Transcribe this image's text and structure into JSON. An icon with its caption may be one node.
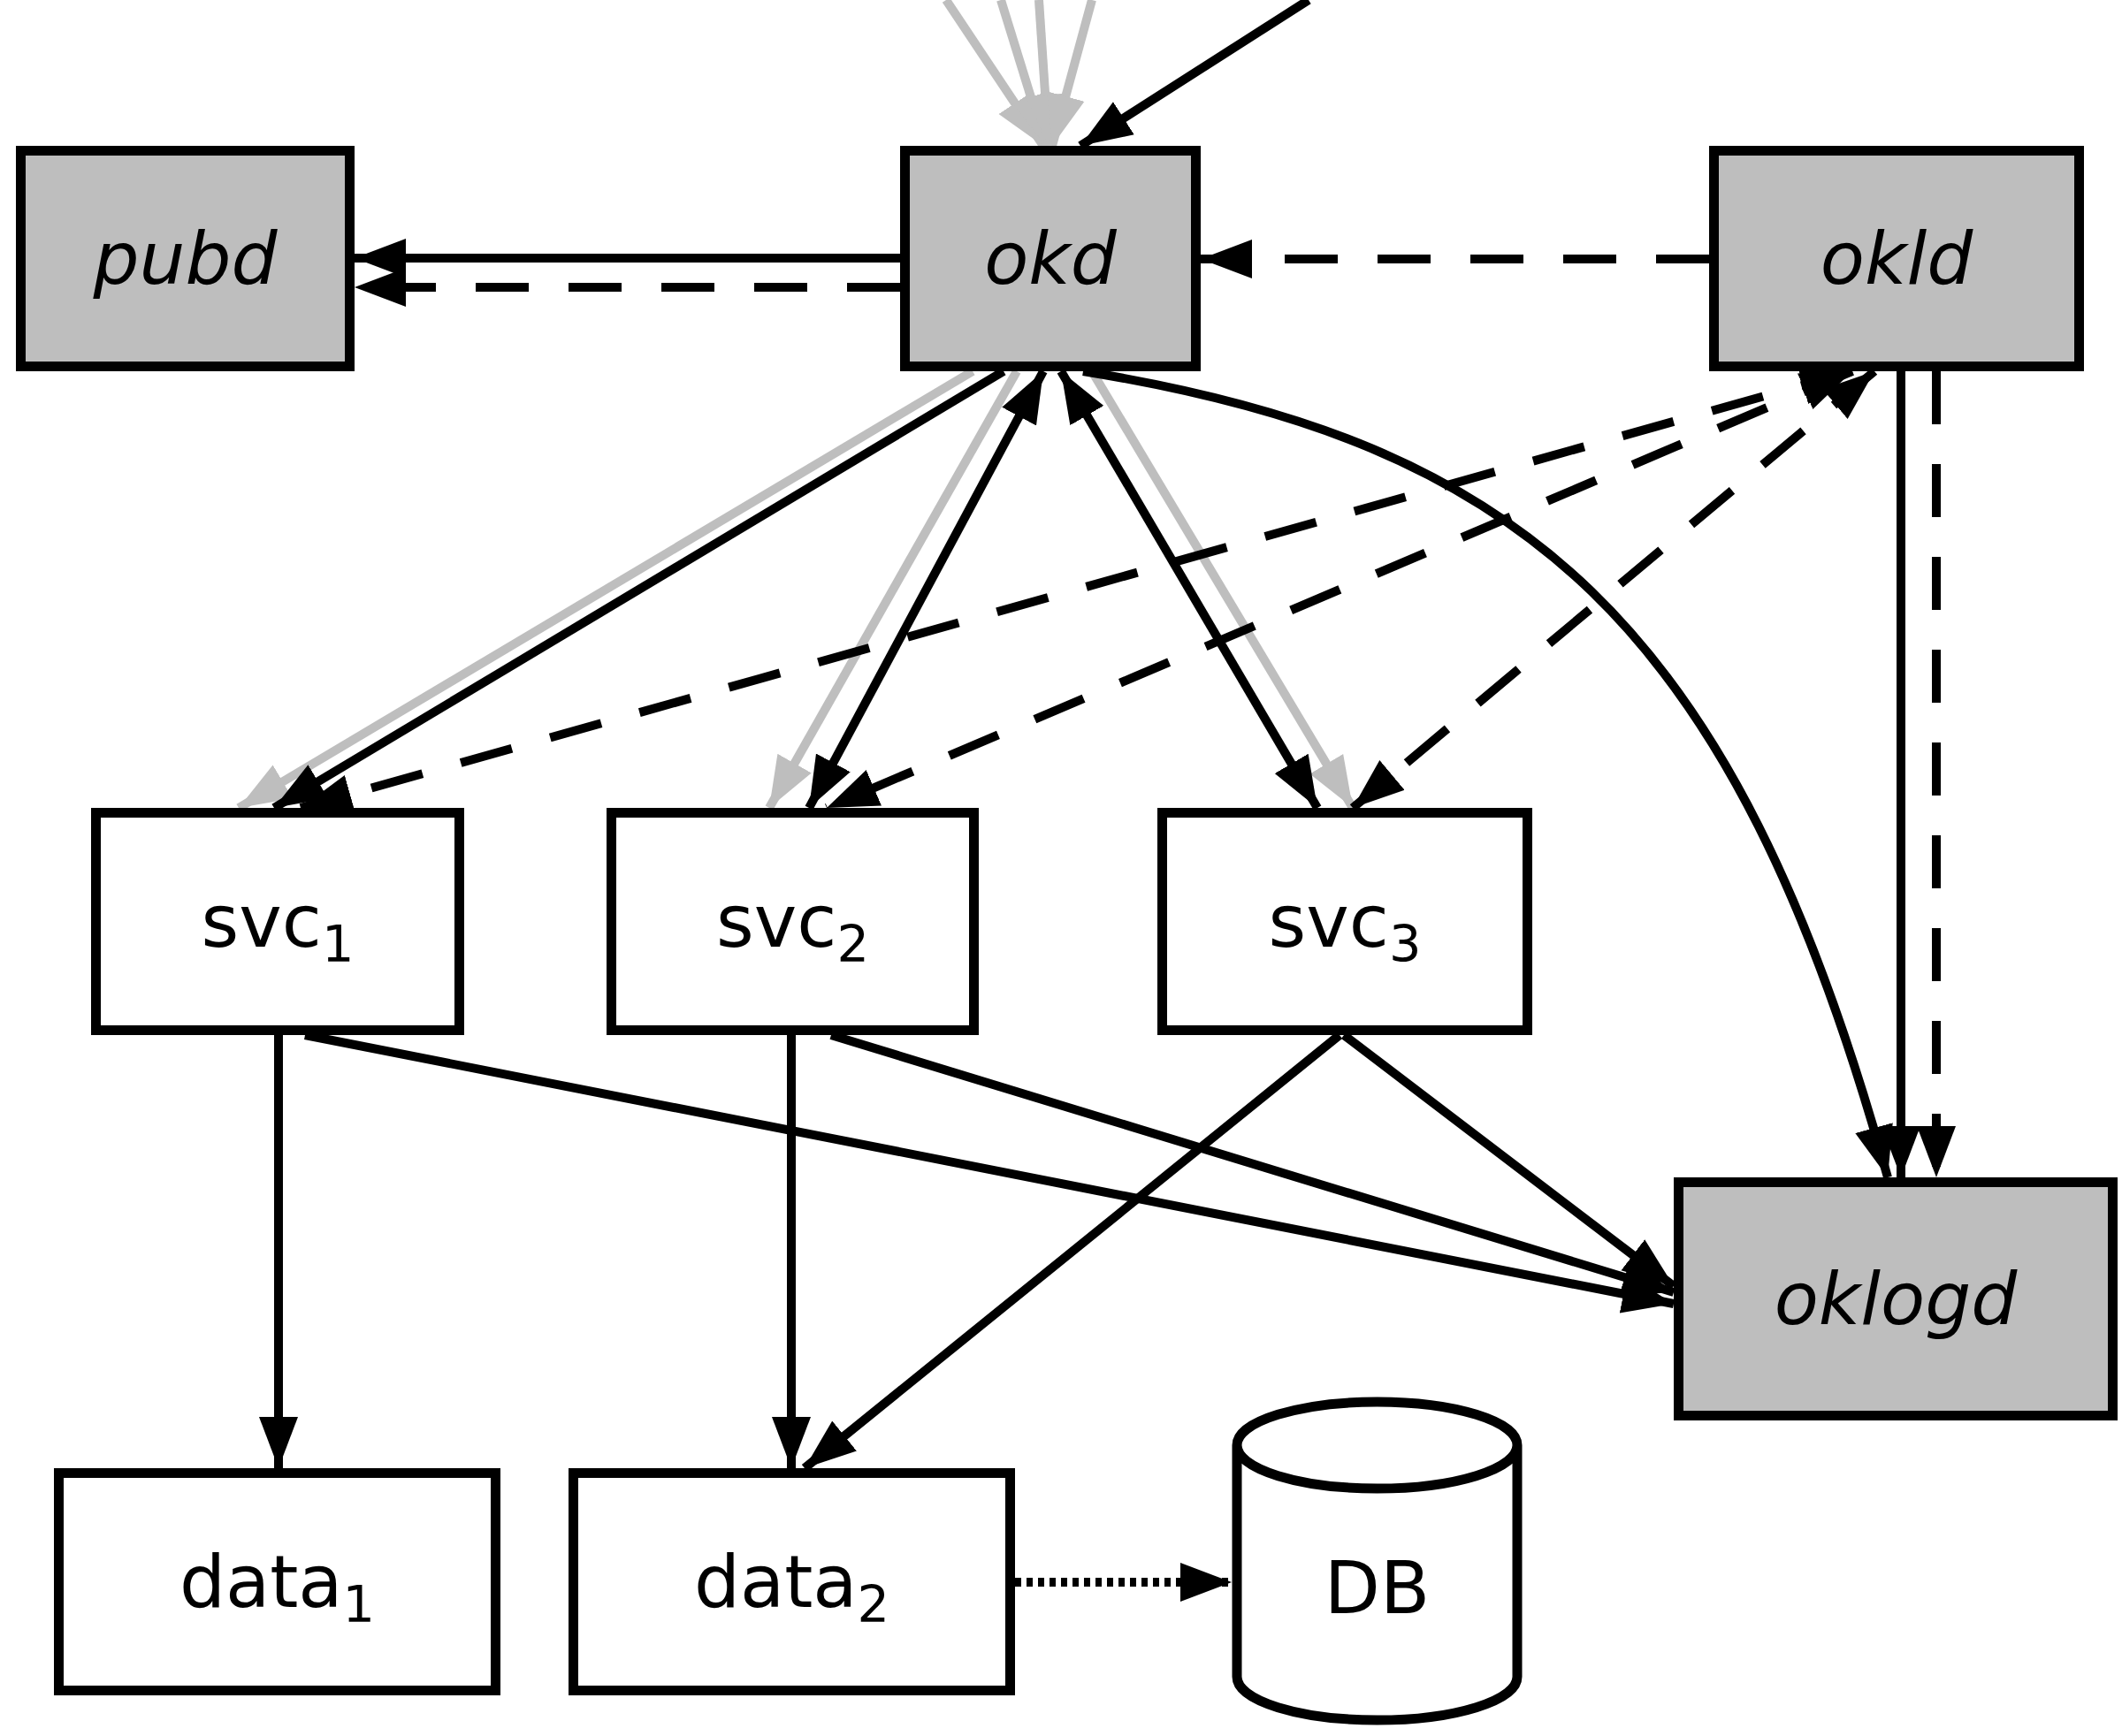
{
  "diagram": {
    "nodes": [
      {
        "text": [
          "pubd"
        ]
      },
      {
        "text": [
          "okd"
        ]
      },
      {
        "text": [
          "okld"
        ]
      },
      {
        "text": [
          "svc$_{1}$"
        ]
      },
      {
        "text": [
          "svc$_{2}$"
        ]
      },
      {
        "text": [
          "svc$_{3}$"
        ]
      },
      {
        "text": [
          "oklogd"
        ]
      },
      {
        "text": [
          "data$_{1}$"
        ]
      },
      {
        "text": [
          "data$_{2}$"
        ]
      },
      {
        "text": [
          "DB"
        ]
      }
    ],
    "edges": [
      {
        "from": null,
        "to": 1,
        "arrow": "to",
        "color": "#bebebe"
      },
      {
        "from": null,
        "to": 1,
        "arrow": "to",
        "color": "#bebebe"
      },
      {
        "from": null,
        "to": 1,
        "arrow": "to",
        "color": "#bebebe"
      },
      {
        "from": null,
        "to": 1,
        "arrow": "to",
        "color": "#bebebe"
      },
      {
        "from": null,
        "to": 1,
        "arrow": "to"
      },
      {
        "from": 1,
        "to": 0,
        "arrow": "to"
      },
      {
        "from": 1,
        "to": 0,
        "arrow": "to",
        "style": "dashed"
      },
      {
        "from": 2,
        "to": 1,
        "arrow": "to",
        "style": "dashed"
      },
      {
        "from": 1,
        "to": 3,
        "arrow": "to",
        "color": "#bebebe"
      },
      {
        "from": 1,
        "to": 3,
        "arrow": "to"
      },
      {
        "from": 1,
        "to": 4,
        "arrow": "to",
        "color": "#bebebe"
      },
      {
        "from": 1,
        "to": 4,
        "arrow": "both"
      },
      {
        "from": 1,
        "to": 5,
        "arrow": "to",
        "color": "#bebebe"
      },
      {
        "from": 1,
        "to": 5,
        "arrow": "both"
      },
      {
        "from": 2,
        "to": 3,
        "arrow": "both",
        "style": "dashed"
      },
      {
        "from": 2,
        "to": 4,
        "arrow": "both",
        "style": "dashed"
      },
      {
        "from": 2,
        "to": 5,
        "arrow": "both",
        "style": "dashed"
      },
      {
        "from": 1,
        "to": 6,
        "arrow": "to"
      },
      {
        "from": 2,
        "to": 6,
        "arrow": "to"
      },
      {
        "from": 2,
        "to": 6,
        "arrow": "to",
        "style": "dashed"
      },
      {
        "from": 3,
        "to": 7,
        "arrow": "to"
      },
      {
        "from": 3,
        "to": 6,
        "arrow": "to"
      },
      {
        "from": 4,
        "to": 8,
        "arrow": "to"
      },
      {
        "from": 4,
        "to": 6,
        "arrow": "to"
      },
      {
        "from": 5,
        "to": 8,
        "arrow": "to"
      },
      {
        "from": 5,
        "to": 6,
        "arrow": "to"
      },
      {
        "from": 8,
        "to": 9,
        "arrow": "to",
        "style": "dashed"
      }
    ]
  }
}
